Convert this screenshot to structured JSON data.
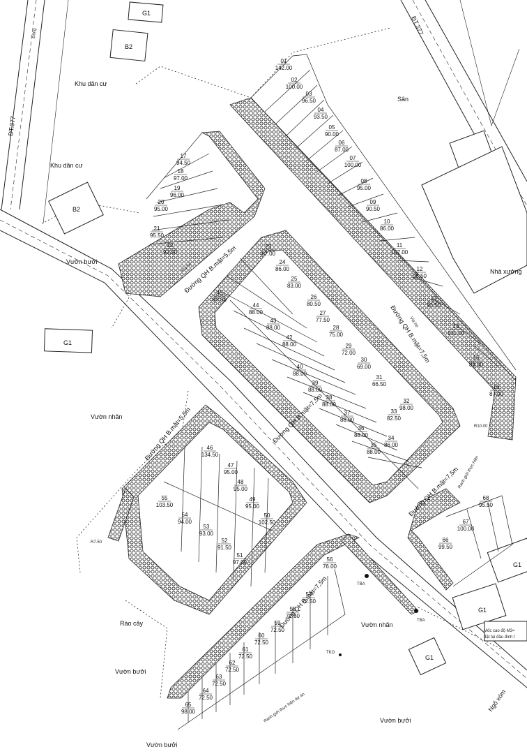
{
  "map": {
    "roads": {
      "dt377": "ĐT.377",
      "road_top": "ĐT.377",
      "qh_55_top": "Đường QH B.mặt=5,5m",
      "qh_75_main": "Đường QH B.mặt=7,5m",
      "qh_75_right": "Đường QH B.mặt=7,5m",
      "qh_55_left": "Đường QH B.mặt=5,5m",
      "qh_75_bottom": "Đường QH B.mặt=7,5m",
      "qh_75_lower_right": "Đường QH B.mặt=7,5m",
      "via_he": "Vỉa hè",
      "dong": "Đông"
    },
    "zones": {
      "khu_dan_cu_1": "Khu dân cư",
      "khu_dan_cu_2": "Khu dân cư",
      "san": "Sân",
      "nha_xuong": "Nhà xưởng",
      "vuon_buoi_1": "Vườn bưởi",
      "vuon_nhan_1": "Vườn nhãn",
      "vuon_nhan_2": "Vườn nhãn",
      "vuon_buoi_2": "Vườn bưởi",
      "vuon_buoi_3": "Vườn bưởi",
      "vuon_buoi_4": "Vườn bưởi",
      "rao_cay": "Rào cây",
      "ranh_gioi_1": "Ranh giới thực hiện",
      "ranh_gioi_2": "Ranh giới thực hiện dự án",
      "moc_cao_do": "Mốc cao độ M3=",
      "moc_cao_do_2": "đặt tại đầu đình t",
      "ngo_xom": "Ngõ xóm"
    },
    "boxes": [
      {
        "id": "G1",
        "label": "G1"
      },
      {
        "id": "B2a",
        "label": "B2"
      },
      {
        "id": "B2b",
        "label": "B2"
      },
      {
        "id": "G1b",
        "label": "G1"
      },
      {
        "id": "G1c",
        "label": "G1"
      },
      {
        "id": "G1d",
        "label": "G1"
      },
      {
        "id": "G1e",
        "label": "G1"
      }
    ],
    "markers": {
      "tba1": "TBA",
      "tba2": "TBA",
      "tko": "TKO",
      "r10": "R10.00",
      "r750": "R7.50"
    },
    "lots": [
      {
        "id": "01",
        "area": "142.00"
      },
      {
        "id": "02",
        "area": "100.00"
      },
      {
        "id": "03",
        "area": "96.50"
      },
      {
        "id": "04",
        "area": "93.50"
      },
      {
        "id": "05",
        "area": "90.00"
      },
      {
        "id": "06",
        "area": "87.00"
      },
      {
        "id": "07",
        "area": "100.00"
      },
      {
        "id": "08",
        "area": "95.00"
      },
      {
        "id": "09",
        "area": "90.50"
      },
      {
        "id": "10",
        "area": "86.00"
      },
      {
        "id": "11",
        "area": "107.00"
      },
      {
        "id": "12",
        "area": "98.50"
      },
      {
        "id": "13",
        "area": "90.50"
      },
      {
        "id": "14",
        "area": "101.00"
      },
      {
        "id": "15",
        "area": "88.00"
      },
      {
        "id": "16",
        "area": "87.00"
      },
      {
        "id": "17",
        "area": "94.50"
      },
      {
        "id": "18",
        "area": "97.00"
      },
      {
        "id": "19",
        "area": "96.00"
      },
      {
        "id": "20",
        "area": "95.00"
      },
      {
        "id": "21",
        "area": "95.50"
      },
      {
        "id": "22",
        "area": "92.50"
      },
      {
        "id": "23",
        "area": "87.00"
      },
      {
        "id": "24",
        "area": "86.00"
      },
      {
        "id": "25",
        "area": "83.00"
      },
      {
        "id": "26",
        "area": "80.50"
      },
      {
        "id": "27",
        "area": "77.50"
      },
      {
        "id": "28",
        "area": "75.00"
      },
      {
        "id": "29",
        "area": "72.00"
      },
      {
        "id": "30",
        "area": "69.00"
      },
      {
        "id": "31",
        "area": "66.50"
      },
      {
        "id": "32",
        "area": "98.00"
      },
      {
        "id": "33",
        "area": "82.50"
      },
      {
        "id": "34",
        "area": "86.00"
      },
      {
        "id": "35",
        "area": "88.00"
      },
      {
        "id": "36",
        "area": "88.00"
      },
      {
        "id": "37",
        "area": "88.00"
      },
      {
        "id": "38",
        "area": "88.00"
      },
      {
        "id": "39",
        "area": "88.00"
      },
      {
        "id": "40",
        "area": "88.00"
      },
      {
        "id": "42",
        "area": "88.00"
      },
      {
        "id": "43",
        "area": "88.00"
      },
      {
        "id": "44",
        "area": "88.00"
      },
      {
        "id": "45",
        "area": "87.50"
      },
      {
        "id": "46",
        "area": "134.50"
      },
      {
        "id": "47",
        "area": "95.00"
      },
      {
        "id": "48",
        "area": "95.00"
      },
      {
        "id": "49",
        "area": "95.00"
      },
      {
        "id": "50",
        "area": "102.50"
      },
      {
        "id": "51",
        "area": "97.00"
      },
      {
        "id": "52",
        "area": "91.50"
      },
      {
        "id": "53",
        "area": "93.00"
      },
      {
        "id": "54",
        "area": "94.00"
      },
      {
        "id": "55",
        "area": "103.50"
      },
      {
        "id": "56",
        "area": "76.00"
      },
      {
        "id": "57",
        "area": "72.50"
      },
      {
        "id": "58",
        "area": "72.50"
      },
      {
        "id": "59",
        "area": "72.50"
      },
      {
        "id": "60",
        "area": "72.50"
      },
      {
        "id": "61",
        "area": "72.50"
      },
      {
        "id": "62",
        "area": "72.50"
      },
      {
        "id": "63",
        "area": "72.50"
      },
      {
        "id": "64",
        "area": "72.50"
      },
      {
        "id": "65",
        "area": "98.00"
      },
      {
        "id": "66",
        "area": "99.50"
      },
      {
        "id": "67",
        "area": "100.00"
      },
      {
        "id": "68",
        "area": "95.50"
      }
    ]
  }
}
